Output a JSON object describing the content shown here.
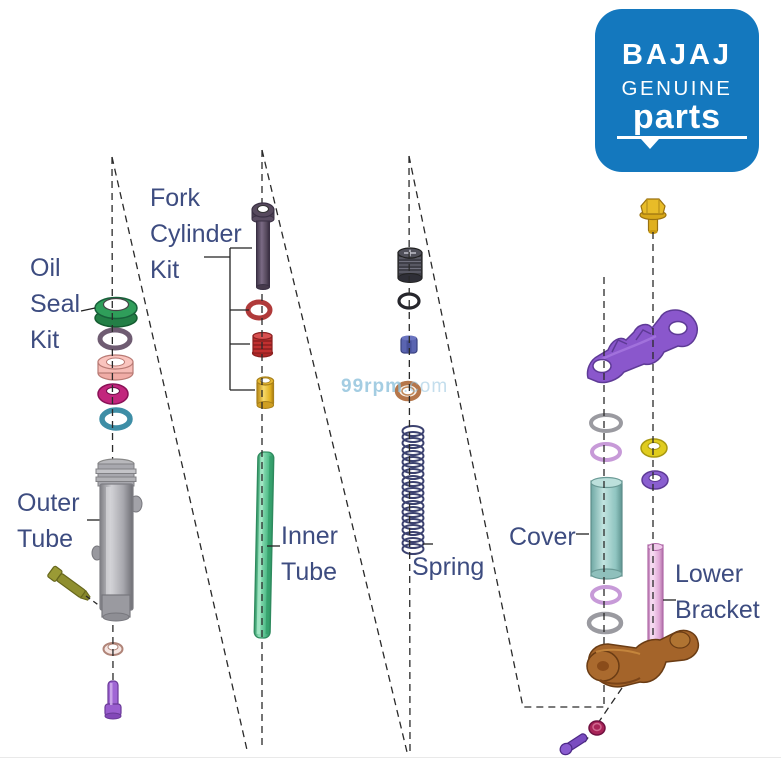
{
  "logo": {
    "brand": "BAJAJ",
    "subtitle": "GENUINE",
    "product": "parts"
  },
  "watermark": {
    "text": "99rpm",
    "suffix": ".com"
  },
  "labels": {
    "oil_seal_kit": {
      "line1": "Oil",
      "line2": "Seal",
      "line3": "Kit"
    },
    "fork_cylinder_kit": {
      "line1": "Fork",
      "line2": "Cylinder",
      "line3": "Kit"
    },
    "outer_tube": {
      "line1": "Outer",
      "line2": "Tube"
    },
    "inner_tube": {
      "line1": "Inner",
      "line2": "Tube"
    },
    "spring": {
      "line1": "Spring"
    },
    "cover": {
      "line1": "Cover"
    },
    "lower_bracket": {
      "line1": "Lower",
      "line2": "Bracket"
    }
  },
  "palette": {
    "brand_blue": "#1478BE",
    "label_navy": "#3D4C80",
    "watermark_blue": "#8EC1DC",
    "line_dark": "#2A2A2A"
  },
  "parts": [
    {
      "name": "oil-seal",
      "color": "#2F9E5A"
    },
    {
      "name": "seal-ring-dark",
      "color": "#6F5C72"
    },
    {
      "name": "bush-pink",
      "color": "#F6BCB6"
    },
    {
      "name": "ring-magenta",
      "color": "#C2267D"
    },
    {
      "name": "o-ring-teal",
      "color": "#3E8EA6"
    },
    {
      "name": "outer-tube",
      "color": "#A0A0A6"
    },
    {
      "name": "drain-bolt-olive",
      "color": "#8F8F2F"
    },
    {
      "name": "washer",
      "color": "#D8A89E"
    },
    {
      "name": "bottom-bolt-purple",
      "color": "#9A5ECF"
    },
    {
      "name": "fork-cylinder",
      "color": "#574A5E"
    },
    {
      "name": "o-ring-red",
      "color": "#B03A3A"
    },
    {
      "name": "valve-red",
      "color": "#C03030"
    },
    {
      "name": "bush-yellow",
      "color": "#E6B832"
    },
    {
      "name": "inner-tube",
      "color": "#57C493"
    },
    {
      "name": "fork-cap",
      "color": "#3A3A42"
    },
    {
      "name": "o-ring-black",
      "color": "#222226"
    },
    {
      "name": "rebound-spacer-blue",
      "color": "#5A64B0"
    },
    {
      "name": "copper-washer",
      "color": "#B5764A"
    },
    {
      "name": "spring",
      "color": "#3C4270"
    },
    {
      "name": "top-bolt-gold",
      "color": "#E2B325"
    },
    {
      "name": "upper-bracket",
      "color": "#8A57CC"
    },
    {
      "name": "ring-steel",
      "color": "#9A9AA0"
    },
    {
      "name": "ring-lavender",
      "color": "#C79AD8"
    },
    {
      "name": "ring-yellow",
      "color": "#E0CC1E"
    },
    {
      "name": "ring-purple",
      "color": "#8A5FD0"
    },
    {
      "name": "cover",
      "color": "#8FC0BC"
    },
    {
      "name": "steering-stem-pink",
      "color": "#E0A2D8"
    },
    {
      "name": "lower-bracket",
      "color": "#A4642A"
    },
    {
      "name": "stem-nut-maroon",
      "color": "#A12455"
    },
    {
      "name": "stem-bolt-purple",
      "color": "#7A4CC0"
    }
  ]
}
